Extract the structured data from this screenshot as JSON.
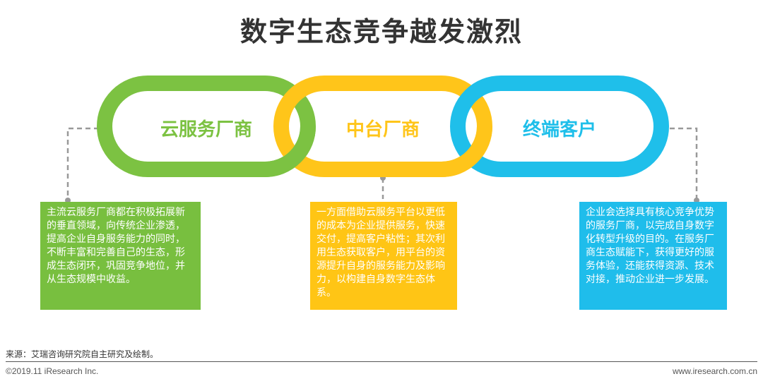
{
  "title": "数字生态竞争越发激烈",
  "colors": {
    "green": "#7CC242",
    "yellow": "#FFC51A",
    "blue": "#1FBFEA",
    "green_box": "#78BF3F",
    "yellow_box": "#FFC515",
    "blue_box": "#1FBDEB",
    "connector": "#999999"
  },
  "rings": [
    {
      "label": "云服务厂商",
      "color": "#7CC242"
    },
    {
      "label": "中台厂商",
      "color": "#FFC51A"
    },
    {
      "label": "终端客户",
      "color": "#1FBFEA"
    }
  ],
  "boxes": [
    {
      "text": "主流云服务厂商都在积极拓展新的垂直领域，向传统企业渗透，提高企业自身服务能力的同时，不断丰富和完善自己的生态，形成生态闭环，巩固竞争地位，并从生态规模中收益。"
    },
    {
      "text": "一方面借助云服务平台以更低的成本为企业提供服务，快速交付，提高客户粘性；其次利用生态获取客户，用平台的资源提升自身的服务能力及影响力，以构建自身数字生态体系。"
    },
    {
      "text": "企业会选择具有核心竞争优势的服务厂商，以完成自身数字化转型升级的目的。在服务厂商生态赋能下，获得更好的服务体验，还能获得资源、技术对接，推动企业进一步发展。"
    }
  ],
  "footer": {
    "source": "来源：艾瑞咨询研究院自主研究及绘制。",
    "copyright": "©2019.11 iResearch Inc.",
    "website": "www.iresearch.com.cn"
  }
}
